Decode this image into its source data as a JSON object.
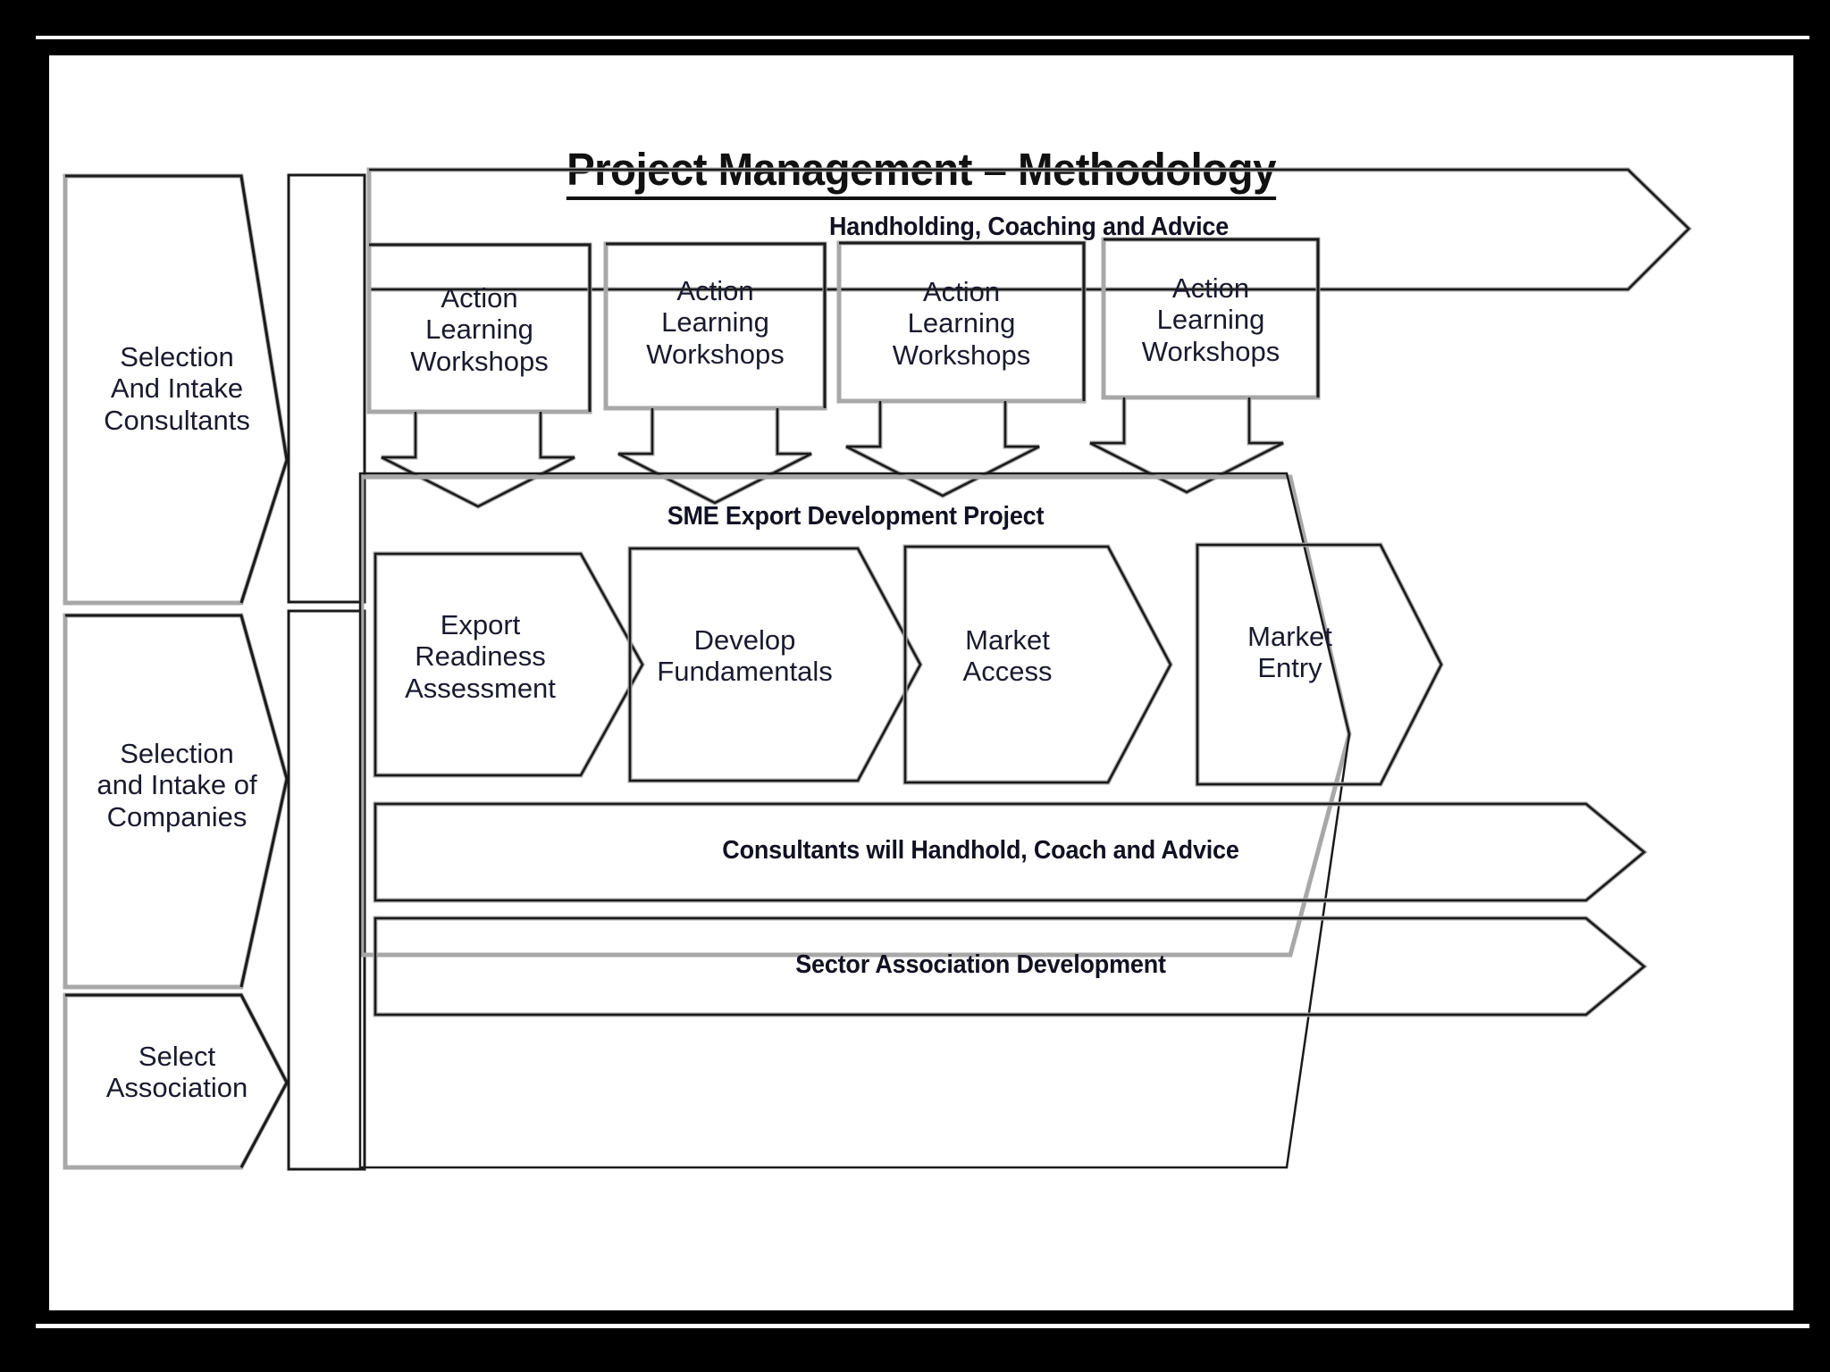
{
  "title": "Project Management – Methodology",
  "left_column": {
    "items": [
      {
        "label": "Selection\nAnd Intake\nConsultants",
        "name": "selection-and-intake-consultants"
      },
      {
        "label": "Selection\nand Intake of\nCompanies",
        "name": "selection-and-intake-of-companies"
      },
      {
        "label": "Select\nAssociation",
        "name": "select-association"
      }
    ]
  },
  "top_banner": {
    "label": "Handholding, Coaching and Advice"
  },
  "workshops": {
    "items": [
      {
        "label": "Action\nLearning\nWorkshops"
      },
      {
        "label": "Action\nLearning\nWorkshops"
      },
      {
        "label": "Action\nLearning\nWorkshops"
      },
      {
        "label": "Action\nLearning\nWorkshops"
      }
    ]
  },
  "sme_container": {
    "label": "SME Export Development Project",
    "stages": [
      {
        "label": "Export\nReadiness\nAssessment"
      },
      {
        "label": "Develop\nFundamentals"
      },
      {
        "label": "Market\nAccess"
      },
      {
        "label": "Market\nEntry"
      }
    ],
    "banners": [
      {
        "label": "Consultants will Handhold, Coach and Advice"
      },
      {
        "label": "Sector Association Development"
      }
    ]
  },
  "colors": {
    "background": "#000000",
    "canvas": "#ffffff",
    "stroke_dark": "#1a1a1a",
    "stroke_light": "#a8a8a8",
    "text": "#1a1a2e"
  }
}
